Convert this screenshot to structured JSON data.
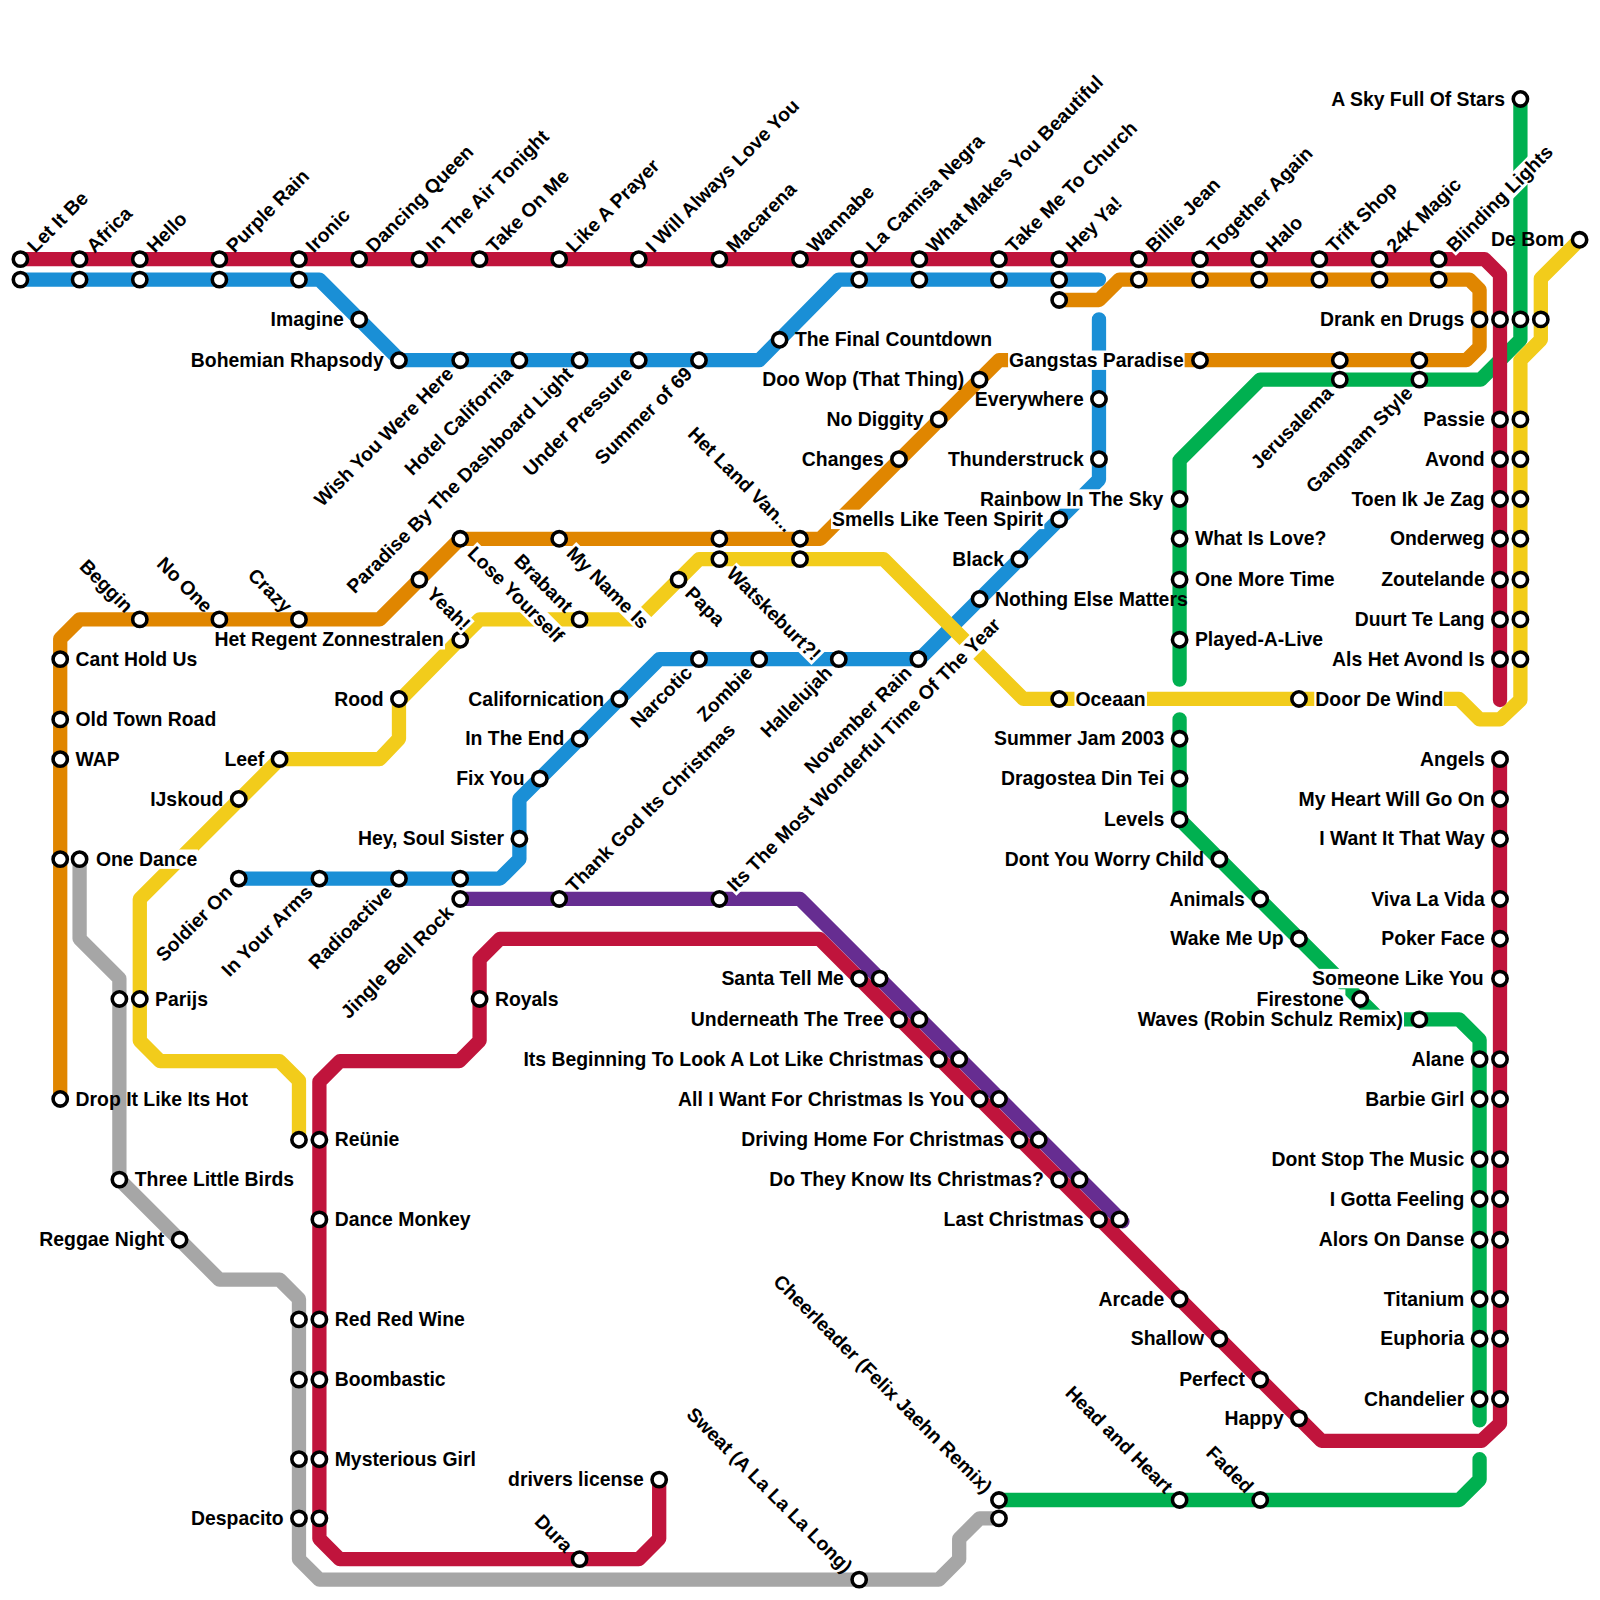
{
  "diagram": {
    "labels": [
      "Let It Be",
      "Africa",
      "Hello",
      "Purple Rain",
      "Ironic",
      "Dancing Queen",
      "In The Air Tonight",
      "Take On Me",
      "Like A Prayer",
      "I Will Always Love You",
      "Macarena",
      "Wannabe",
      "La Camisa Negra",
      "What Makes You Beautiful",
      "Take Me To Church",
      "Hey Ya!",
      "Billie Jean",
      "Together Again",
      "Halo",
      "Trift Shop",
      "24K Magic",
      "Blinding Lights",
      "A Sky Full Of Stars",
      "De Bom",
      "Drank en Drugs",
      "Imagine",
      "Bohemian Rhapsody",
      "The Final Countdown",
      "Wish You Were Here",
      "Hotel California",
      "Paradise By The Dashboard Light",
      "Under Pressure",
      "Summer of 69",
      "Doo Wop (That Thing)",
      "Gangstas Paradise",
      "Everywhere",
      "No Diggity",
      "Changes",
      "Thunderstruck",
      "Jerusalema",
      "Gangnam Style",
      "Passie",
      "Avond",
      "Toen Ik Je Zag",
      "Onderweg",
      "Zoutelande",
      "Duurt Te Lang",
      "Als Het Avond Is",
      "Rainbow In The Sky",
      "Smells Like Teen Spirit",
      "What Is Love?",
      "Black",
      "One More Time",
      "Nothing Else Matters",
      "Played-A-Live",
      "Het Land Van...",
      "Watskeburt?!",
      "Papa",
      "Lose Yourself",
      "My Name Is",
      "Brabant",
      "Yeah!",
      "Beggin",
      "No One",
      "Crazy",
      "Het Regent Zonnestralen",
      "Cant Hold Us",
      "Narcotic",
      "Zombie",
      "Hallelujah",
      "November Rain",
      "Its The Most Wonderful Time Of The Year",
      "Old Town Road",
      "Rood",
      "Californication",
      "Oceaan",
      "Door De Wind",
      "WAP",
      "Leef",
      "In The End",
      "Summer Jam 2003",
      "Angels",
      "IJskoud",
      "Fix You",
      "Dragostea Din Tei",
      "My Heart Will Go On",
      "Levels",
      "I Want It That Way",
      "Hey, Soul Sister",
      "One Dance",
      "Dont You Worry Child",
      "Soldier On",
      "In Your Arms",
      "Radioactive",
      "Jingle Bell Rock",
      "Thank God Its Christmas",
      "Animals",
      "Viva La Vida",
      "Wake Me Up",
      "Poker Face",
      "Santa Tell Me",
      "Someone Like You",
      "Parijs",
      "Royals",
      "Firestone",
      "Underneath The Tree",
      "Waves (Robin Schulz Remix)",
      "Its Beginning To Look A Lot Like Christmas",
      "Alane",
      "Drop It Like Its Hot",
      "All I Want For Christmas Is You",
      "Barbie Girl",
      "Reünie",
      "Driving Home For Christmas",
      "Dont Stop The Music",
      "Three Little Birds",
      "Do They Know Its Christmas?",
      "I Gotta Feeling",
      "Dance Monkey",
      "Last Christmas",
      "Reggae Night",
      "Alors On Danse",
      "Cheerleader (Felix Jaehn Remix)",
      "Arcade",
      "Titanium",
      "Red Red Wine",
      "Shallow",
      "Euphoria",
      "Boombastic",
      "Perfect",
      "Head and Heart",
      "Chandelier",
      "Sweat (A La La La Long)",
      "Happy",
      "Faded",
      "Mysterious Girl",
      "drivers license",
      "Despacito",
      "Dura"
    ]
  }
}
